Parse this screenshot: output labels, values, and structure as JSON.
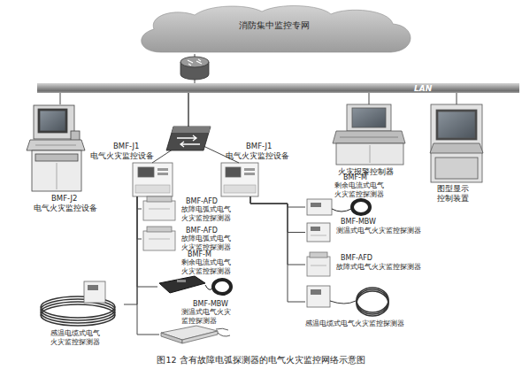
{
  "diagram": {
    "caption": "图12 含有故障电弧探测器的电气火灾监控网络示意图",
    "nodes": [
      {
        "text": [
          "消防集中监控专网"
        ]
      },
      {
        "text": [
          "LAN"
        ]
      },
      {
        "text": [
          "BMF-J2",
          "电气火灾监控设备"
        ]
      },
      {
        "text": [
          "BMF-J1",
          "电气火灾监控设备"
        ]
      },
      {
        "text": [
          "BMF-J1",
          "电气火灾监控设备"
        ]
      },
      {
        "text": [
          "火灾报警控制器"
        ]
      },
      {
        "text": [
          "图型显示 控制装置"
        ]
      },
      {
        "text": [
          "BMF-AFD",
          "故障电弧式电气 火灾监控探测器"
        ]
      },
      {
        "text": [
          "BMF-AFD",
          "故障电弧式电气 火灾监控探测器"
        ]
      },
      {
        "text": [
          "BMF-M",
          "剩余电流式电气 火灾监控探测器"
        ]
      },
      {
        "text": [
          "感温电缆式电气 火灾监控探测器"
        ]
      },
      {
        "text": [
          "BMF-MBW",
          "测温式电气火灾 监控探测器"
        ]
      },
      {
        "text": [
          "BMF-M",
          "剩余电流式电气 火灾监控探测器"
        ]
      },
      {
        "text": [
          "BMF-MBW",
          "测温式电气火灾监控探测器"
        ]
      },
      {
        "text": [
          "BMF-AFD",
          "故障式电气火灾监控探测器"
        ]
      },
      {
        "text": [
          "感温电缆式电气火灾监控探测器"
        ]
      }
    ],
    "edges": [
      {
        "from": 0,
        "to": 1,
        "arrow": "none"
      },
      {
        "from": 1,
        "to": 2,
        "arrow": "none"
      },
      {
        "from": 1,
        "to": 3,
        "arrow": "none"
      },
      {
        "from": 1,
        "to": 4,
        "arrow": "none"
      },
      {
        "from": 1,
        "to": 5,
        "arrow": "none"
      },
      {
        "from": 1,
        "to": 6,
        "arrow": "none"
      },
      {
        "from": 3,
        "to": 7,
        "arrow": "none"
      },
      {
        "from": 3,
        "to": 8,
        "arrow": "none"
      },
      {
        "from": 3,
        "to": 9,
        "arrow": "none"
      },
      {
        "from": 3,
        "to": 10,
        "arrow": "none"
      },
      {
        "from": 3,
        "to": 11,
        "arrow": "none"
      },
      {
        "from": 4,
        "to": 12,
        "arrow": "none"
      },
      {
        "from": 4,
        "to": 13,
        "arrow": "none"
      },
      {
        "from": 4,
        "to": 14,
        "arrow": "none"
      },
      {
        "from": 4,
        "to": 15,
        "arrow": "none"
      }
    ]
  }
}
